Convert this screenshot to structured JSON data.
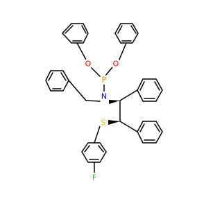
{
  "molecule": {
    "atoms": [
      {
        "id": "P",
        "label": "P",
        "color": "#FF8000"
      },
      {
        "id": "O1",
        "label": "O",
        "color": "#FF0000"
      },
      {
        "id": "O2",
        "label": "O",
        "color": "#FF0000"
      },
      {
        "id": "N",
        "label": "N",
        "color": "#0000FF"
      },
      {
        "id": "S",
        "label": "S",
        "color": "#CCCC00"
      },
      {
        "id": "F",
        "label": "F",
        "color": "#33CC33"
      }
    ],
    "bond_color": "#000000",
    "background": "#ffffff"
  }
}
